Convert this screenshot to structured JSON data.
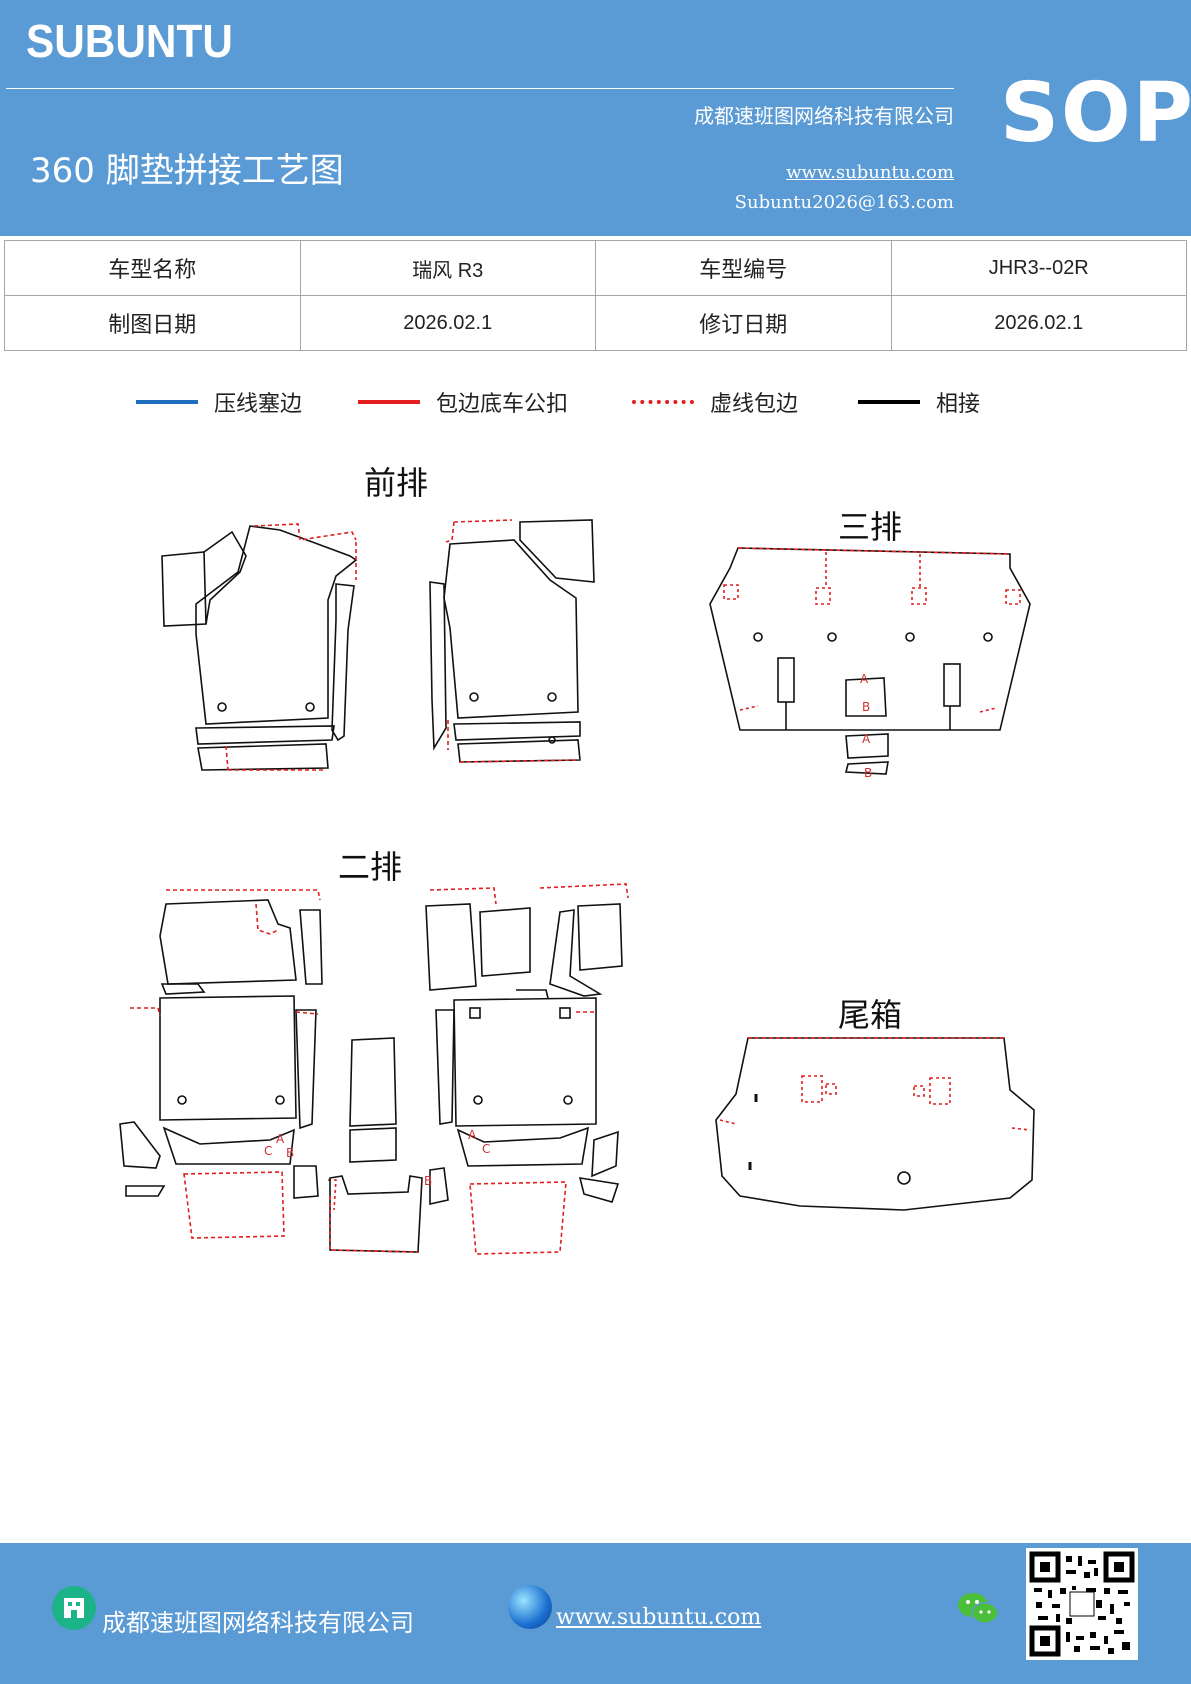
{
  "header": {
    "logo": "SUBUNTU",
    "sop": "SOP",
    "company": "成都速班图网络科技有限公司",
    "title": "360 脚垫拼接工艺图",
    "website": "www.subuntu.com",
    "email": "Subuntu2026@163.com"
  },
  "info_table": {
    "row1": [
      "车型名称",
      "瑞风 R3",
      "车型编号",
      "JHR3--02R"
    ],
    "row2": [
      "制图日期",
      "2026.02.1",
      "修订日期",
      "2026.02.1"
    ]
  },
  "legend": [
    {
      "label": "压线塞边",
      "color": "#1f6fbf",
      "style": "solid"
    },
    {
      "label": "包边底车公扣",
      "color": "#e21e1e",
      "style": "solid"
    },
    {
      "label": "虚线包边",
      "color": "#e21e1e",
      "style": "dotted"
    },
    {
      "label": "相接",
      "color": "#000000",
      "style": "solid"
    }
  ],
  "sections": {
    "front": "前排",
    "third": "三排",
    "second": "二排",
    "trunk": "尾箱"
  },
  "piece_labels": [
    "A",
    "B",
    "C"
  ],
  "footer": {
    "company": "成都速班图网络科技有限公司",
    "website": "www.subuntu.com",
    "icons": [
      "building-icon",
      "globe-icon",
      "wechat-icon",
      "qr-code"
    ]
  }
}
